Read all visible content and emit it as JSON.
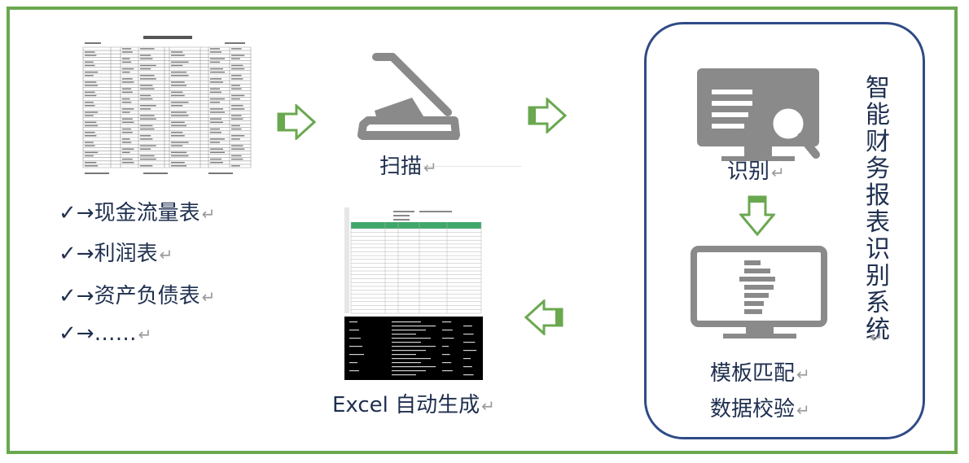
{
  "system_title": "智能财务报表识别系统",
  "return_mark": "↵",
  "checklist": [
    {
      "check": "✓",
      "text": "→现金流量表"
    },
    {
      "check": "✓",
      "text": "→利润表"
    },
    {
      "check": "✓",
      "text": "→资产负债表"
    },
    {
      "check": "✓",
      "text": "→……"
    }
  ],
  "steps": {
    "scan": "扫描",
    "recognize": "识别",
    "template_match": "模板匹配",
    "data_check": "数据校验",
    "excel": "Excel 自动生成"
  },
  "colors": {
    "frame": "#6aa84f",
    "panel": "#2f4b86",
    "arrow": "#6aa84f",
    "icon": "#8a8a8a",
    "text": "#1f2f4f"
  }
}
